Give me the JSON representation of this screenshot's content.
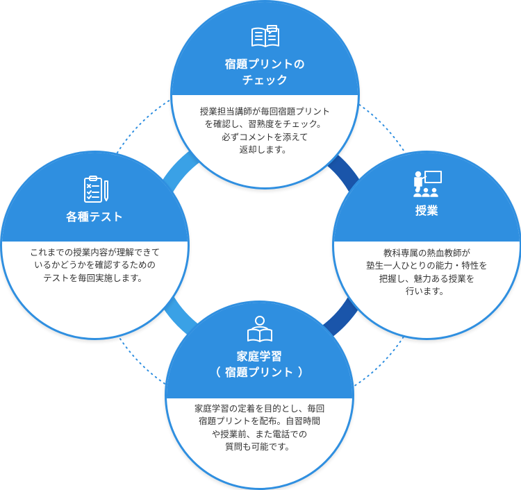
{
  "colors": {
    "primary": "#2f8fe0",
    "arc_light": "#3aa1e6",
    "arc_dark": "#1a55aa",
    "dotted": "#2f8fe0",
    "text": "#333333"
  },
  "nodes": [
    {
      "id": "homework",
      "icon": "open-book-icon",
      "title": "宿題プリントの\nチェック",
      "description": "授業担当講師が毎回宿題プリント\nを確認し、習熟度をチェック。\n必ずコメントを添えて\n返却します。"
    },
    {
      "id": "class",
      "icon": "teacher-board-icon",
      "title": "授業",
      "description": "教科専属の熱血教師が\n塾生一人ひとりの能力・特性を\n把握し、魅力ある授業を\n行います。"
    },
    {
      "id": "home",
      "icon": "reading-person-icon",
      "title": "家庭学習\n（ 宿題プリント ）",
      "description": "家庭学習の定着を目的とし、毎回\n宿題プリントを配布。自習時間\nや授業前、また電話での\n質問も可能です。"
    },
    {
      "id": "test",
      "icon": "clipboard-checklist-icon",
      "title": "各種テスト",
      "description": "これまでの授業内容が理解できて\nいるかどうかを確認するための\nテストを毎回実施します。"
    }
  ]
}
